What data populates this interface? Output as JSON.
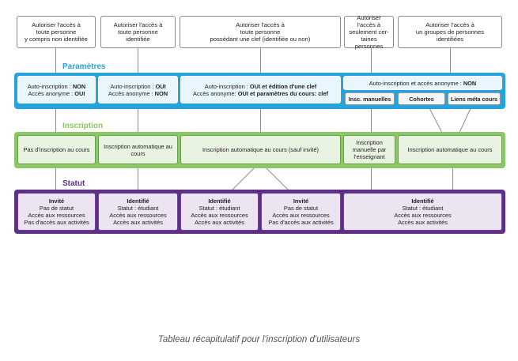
{
  "columns": [
    {
      "line1": "Autoriser l'accès à",
      "line2": "toute personne",
      "line3": "y compris non identifiée"
    },
    {
      "line1": "Autoriser l'accès à",
      "line2": "toute personne",
      "line3": "identifiée"
    },
    {
      "line1": "Autoriser l'accès à",
      "line2": "toute personne",
      "line3": "possédant une clef (identifiée ou non)"
    },
    {
      "line1": "Autoriser l'accès à",
      "line2": "seulement cer-",
      "line3": "taines personnes"
    },
    {
      "line1": "Autoriser l'accès à",
      "line2": "un groupes de  personnes",
      "line3": "identifiées"
    }
  ],
  "sections": {
    "parametres": "Paramètres",
    "inscription": "Inscription",
    "statut": "Statut"
  },
  "parametres": {
    "c1": {
      "l1a": "Auto-inscription : ",
      "l1b": "NON",
      "l2a": "Accès anonyme : ",
      "l2b": "OUI"
    },
    "c2": {
      "l1a": "Auto-inscription : ",
      "l1b": "OUI",
      "l2a": "Accès anonyme : ",
      "l2b": "NON"
    },
    "c3": {
      "l1a": "Auto-inscription : ",
      "l1b": "OUI et édition d'une clef",
      "l2a": "Accès anonyme: ",
      "l2b": "OUI et paramètres du cours: clef"
    },
    "c4": {
      "l1a": "Auto-inscription et accès anonyme  : ",
      "l1b": "NON"
    },
    "sub": [
      "Insc. manuelles",
      "Cohortes",
      "Liens méta cours"
    ]
  },
  "inscription": [
    "Pas d'inscription au cours",
    "Inscription automatique au cours",
    "Inscription automatique au cours (sauf invité)",
    "Inscription manuelle par l'enseignant",
    "Inscription automatique au cours"
  ],
  "statut": [
    {
      "title": "Invité",
      "l1": "Pas de statut",
      "l2": "Accès aux ressources",
      "l3": "Pas d'accès aux activités"
    },
    {
      "title": "Identifié",
      "l1": "Statut : étudiant",
      "l2": "Accès aux ressources",
      "l3": "Accès aux activités"
    },
    {
      "title": "Identifié",
      "l1": "Statut : étudiant",
      "l2": "Accès aux ressources",
      "l3": "Accès aux activités"
    },
    {
      "title": "Invité",
      "l1": "Pas de statut",
      "l2": "Accès aux ressources",
      "l3": "Pas d'accès aux activités"
    },
    {
      "title": "Identifié",
      "l1": "Statut : étudiant",
      "l2": "Accès aux ressources",
      "l3": "Accès aux activités"
    }
  ],
  "caption": "Tableau récapitulatif pour l'inscription d'utilisateurs",
  "colors": {
    "parametres": "#26a3dd",
    "inscription": "#8cc765",
    "statut": "#5d2f86"
  }
}
